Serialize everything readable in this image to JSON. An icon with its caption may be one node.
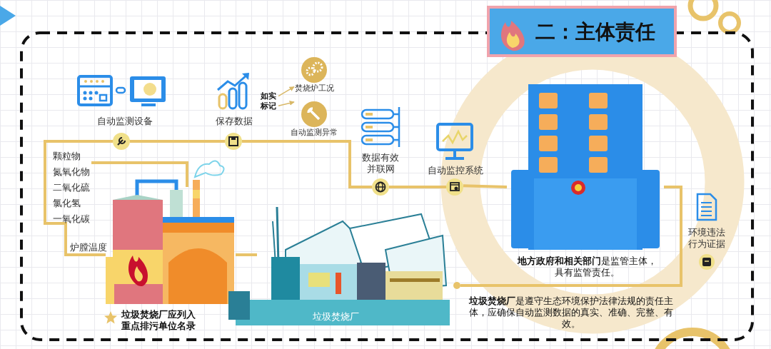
{
  "diagram": {
    "title": "二：主体责任",
    "nodes": [
      {
        "text": [
          "自动监测设备"
        ]
      },
      {
        "text": [
          "保存数据"
        ]
      },
      {
        "text": [
          "焚烧炉工况"
        ]
      },
      {
        "text": [
          "自动监测异常"
        ]
      },
      {
        "text": [
          "数据有效并联网"
        ]
      },
      {
        "text": [
          "自动监控系统"
        ]
      },
      {
        "text": [],
        "shape": "picture",
        "beside": [
          "垃圾焚烧厂应列入重点排污单位名录"
        ]
      },
      {
        "text": [
          "环境违法行为证据"
        ]
      },
      {
        "text": [],
        "shape": "picture"
      },
      {
        "text": [
          "垃圾焚烧厂"
        ]
      },
      {
        "text": [
          "如实标记"
        ]
      },
      {
        "text": [],
        "shape": "circle"
      },
      {
        "text": [],
        "shape": "circle"
      },
      {
        "text": [],
        "shape": "circle"
      },
      {
        "text": [],
        "shape": "circle"
      },
      {
        "text": [],
        "shape": "circle"
      }
    ],
    "edges": [
      {
        "from": 6,
        "to": 11,
        "arrow": "none"
      },
      {
        "from": 11,
        "to": 12,
        "arrow": "none"
      },
      {
        "from": 12,
        "to": 13,
        "arrow": "none"
      },
      {
        "from": 13,
        "to": 14,
        "arrow": "none"
      },
      {
        "from": 14,
        "to": 8,
        "arrow": "none"
      },
      {
        "from": 8,
        "to": 15,
        "arrow": "none"
      },
      {
        "from": 6,
        "to": 9,
        "arrow": "none"
      },
      {
        "from": 10,
        "to": 2,
        "arrow": "to",
        "color": "#d8b868"
      },
      {
        "from": 10,
        "to": 3,
        "arrow": "to",
        "color": "#d8b868"
      }
    ],
    "labels": [
      "颗粒物",
      "氮氧化物",
      "二氧化硫",
      "氯化氢",
      "一氧化碳",
      "炉膛温度",
      "**地方政府和相关部门**是监管主体，具有监管责任。",
      "**垃圾焚烧厂**是遵守生态环境保护法律法规的责任主体，应确保自动监测数据的真实、准确、完整、有效。"
    ]
  }
}
